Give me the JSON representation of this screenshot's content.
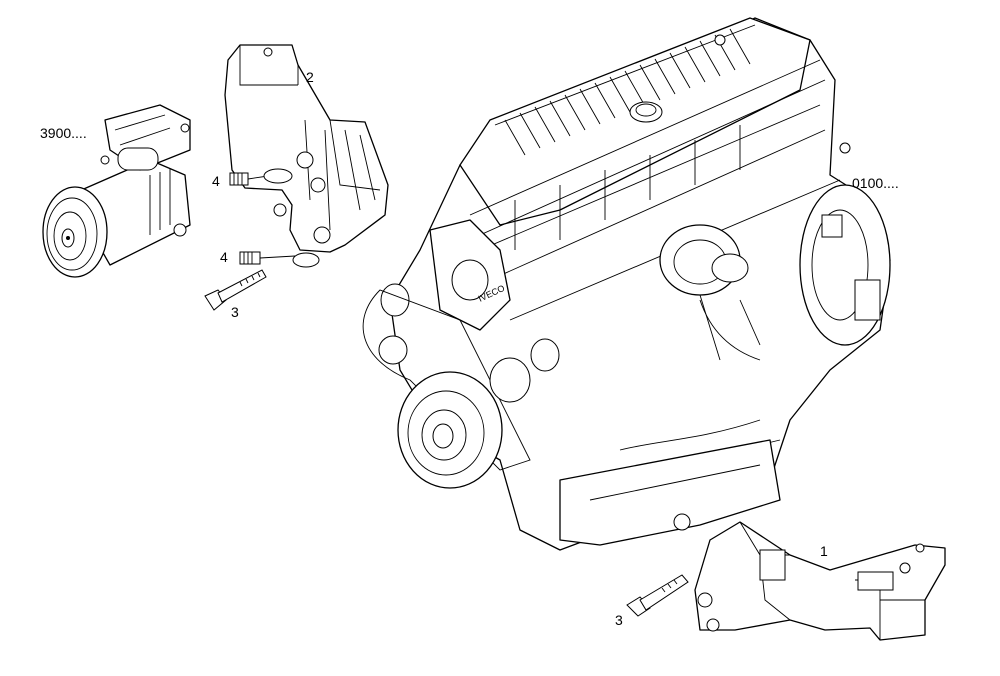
{
  "callouts": {
    "compressor_ref": "3900....",
    "engine_ref": "0100....",
    "bracket_upper": "2",
    "bracket_lower": "1",
    "bolt_upper": "3",
    "bolt_lower": "3",
    "stud_a": "4",
    "stud_b": "4"
  },
  "engine_logo": "IVECO"
}
